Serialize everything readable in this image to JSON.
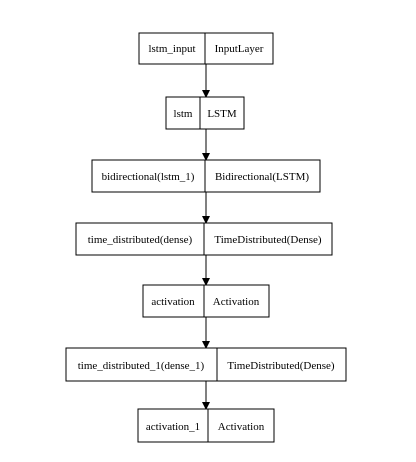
{
  "layers": [
    {
      "name": "lstm_input",
      "type": "InputLayer"
    },
    {
      "name": "lstm",
      "type": "LSTM"
    },
    {
      "name": "bidirectional(lstm_1)",
      "type": "Bidirectional(LSTM)"
    },
    {
      "name": "time_distributed(dense)",
      "type": "TimeDistributed(Dense)"
    },
    {
      "name": "activation",
      "type": "Activation"
    },
    {
      "name": "time_distributed_1(dense_1)",
      "type": "TimeDistributed(Dense)"
    },
    {
      "name": "activation_1",
      "type": "Activation"
    }
  ],
  "colors": {
    "stroke": "#000000",
    "background": "#ffffff",
    "text": "#000000"
  }
}
